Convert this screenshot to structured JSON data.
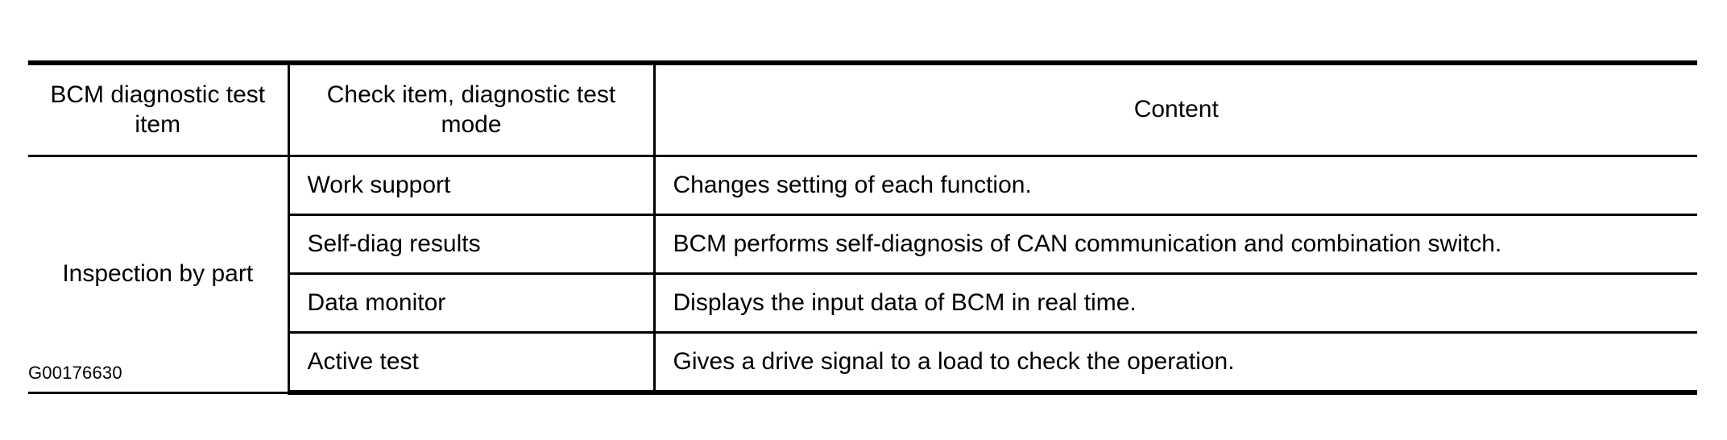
{
  "document": {
    "type": "service-manual-table",
    "reference_code": "G00176630"
  },
  "table": {
    "headers": {
      "col1": "BCM diagnostic test item",
      "col2": "Check item, diagnostic test mode",
      "col3": "Content"
    },
    "group_label": "Inspection by part",
    "rows": [
      {
        "mode": "Work support",
        "content": "Changes setting of each function."
      },
      {
        "mode": "Self-diag results",
        "content": "BCM performs self-diagnosis of CAN communication and combination switch."
      },
      {
        "mode": "Data monitor",
        "content": "Displays the input data of BCM in real time."
      },
      {
        "mode": "Active test",
        "content": "Gives a drive signal to a load to check the operation."
      }
    ]
  },
  "colors": {
    "rule": "#000000",
    "background": "#ffffff",
    "text": "#000000"
  }
}
